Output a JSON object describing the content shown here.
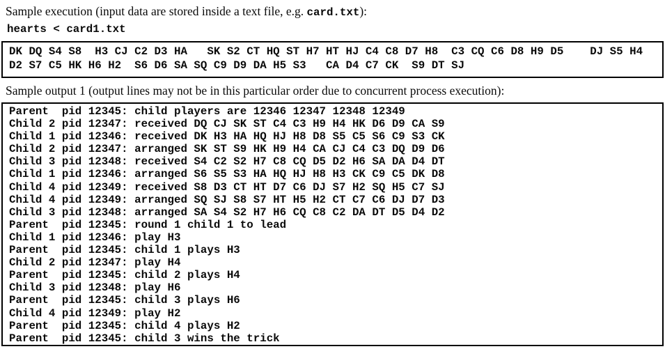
{
  "intro": {
    "prefix": "Sample execution (input data are stored inside a text file, e.g. ",
    "code": "card.txt",
    "suffix": "):"
  },
  "command": "hearts < card1.txt",
  "input_box": {
    "lines": [
      "DK DQ S4 S8  H3 CJ C2 D3 HA   SK S2 CT HQ ST H7 HT HJ C4 C8 D7 H8  C3 CQ C6 D8 H9 D5    DJ S5 H4",
      "D2 S7 C5 HK H6 H2  S6 D6 SA SQ C9 D9 DA H5 S3   CA D4 C7 CK  S9 DT SJ"
    ]
  },
  "output_caption": "Sample output 1 (output lines may not be in this particular order due to concurrent process execution):",
  "output_box": {
    "lines": [
      "Parent  pid 12345: child players are 12346 12347 12348 12349",
      "Child 2 pid 12347: received DQ CJ SK ST C4 C3 H9 H4 HK D6 D9 CA S9",
      "Child 1 pid 12346: received DK H3 HA HQ HJ H8 D8 S5 C5 S6 C9 S3 CK",
      "Child 2 pid 12347: arranged SK ST S9 HK H9 H4 CA CJ C4 C3 DQ D9 D6",
      "Child 3 pid 12348: received S4 C2 S2 H7 C8 CQ D5 D2 H6 SA DA D4 DT",
      "Child 1 pid 12346: arranged S6 S5 S3 HA HQ HJ H8 H3 CK C9 C5 DK D8",
      "Child 4 pid 12349: received S8 D3 CT HT D7 C6 DJ S7 H2 SQ H5 C7 SJ",
      "Child 4 pid 12349: arranged SQ SJ S8 S7 HT H5 H2 CT C7 C6 DJ D7 D3",
      "Child 3 pid 12348: arranged SA S4 S2 H7 H6 CQ C8 C2 DA DT D5 D4 D2",
      "Parent  pid 12345: round 1 child 1 to lead",
      "Child 1 pid 12346: play H3",
      "Parent  pid 12345: child 1 plays H3",
      "Child 2 pid 12347: play H4",
      "Parent  pid 12345: child 2 plays H4",
      "Child 3 pid 12348: play H6",
      "Parent  pid 12345: child 3 plays H6",
      "Child 4 pid 12349: play H2",
      "Parent  pid 12345: child 4 plays H2",
      "Parent  pid 12345: child 3 wins the trick"
    ]
  }
}
